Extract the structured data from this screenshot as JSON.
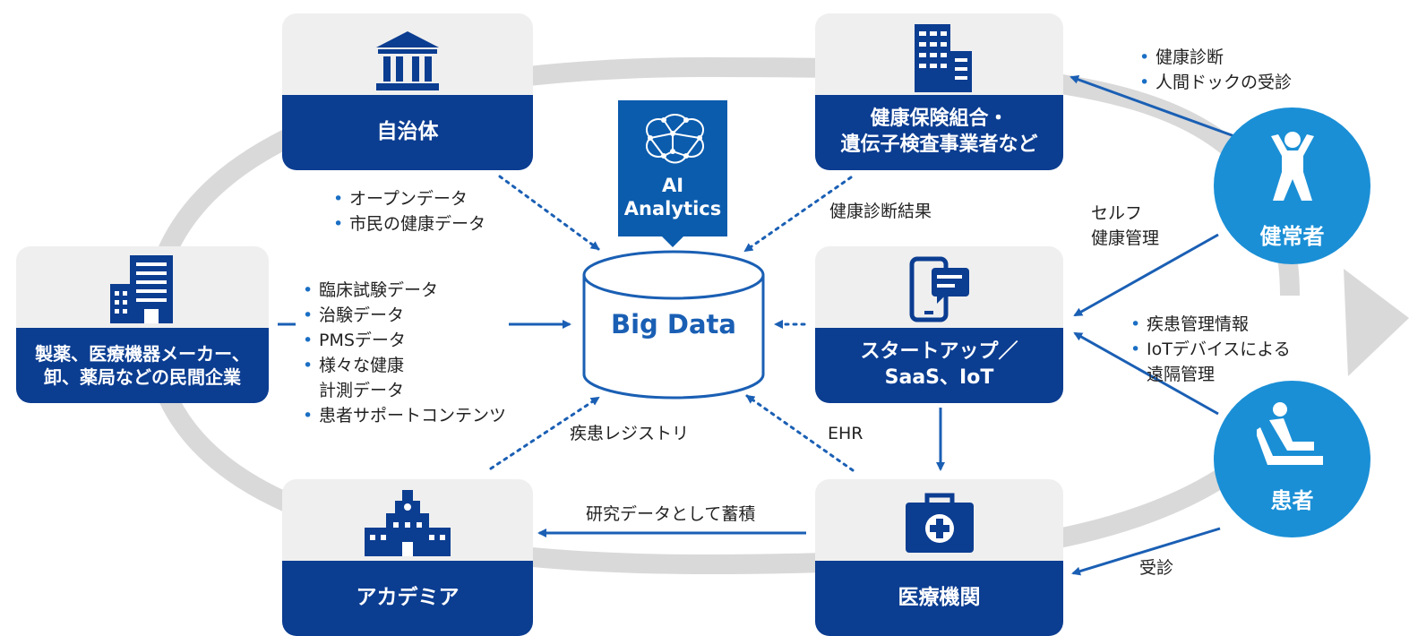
{
  "nodes": {
    "municipality": "自治体",
    "insurance": "健康保険組合・\n遺伝子検査事業者など",
    "pharma": "製薬、医療機器メーカー、\n卸、薬局などの民間企業",
    "startup": "スタートアップ／\nSaaS、IoT",
    "academia": "アカデミア",
    "medical": "医療機関",
    "healthy": "健常者",
    "patient": "患者",
    "ai": "AI\nAnalytics",
    "bigdata": "Big Data"
  },
  "labels": {
    "municipality_data": [
      "オープンデータ",
      "市民の健康データ"
    ],
    "checkup_results": "健康診断結果",
    "pharma_data": [
      "臨床試験データ",
      "治験データ",
      "PMSデータ",
      "様々な健康\n計測データ",
      "患者サポートコンテンツ"
    ],
    "registry": "疾患レジストリ",
    "ehr": "EHR",
    "research_accumulate": "研究データとして蓄積",
    "checkup_list": [
      "健康診断",
      "人間ドックの受診"
    ],
    "self_management": "セルフ\n健康管理",
    "disease_list": [
      "疾患管理情報",
      "IoTデバイスによる\n遠隔管理"
    ],
    "consult": "受診"
  },
  "colors": {
    "navy": "#0b3d91",
    "blue": "#1a8fd6",
    "arrow": "#1a5fb4",
    "ring": "#d9d9d9"
  }
}
